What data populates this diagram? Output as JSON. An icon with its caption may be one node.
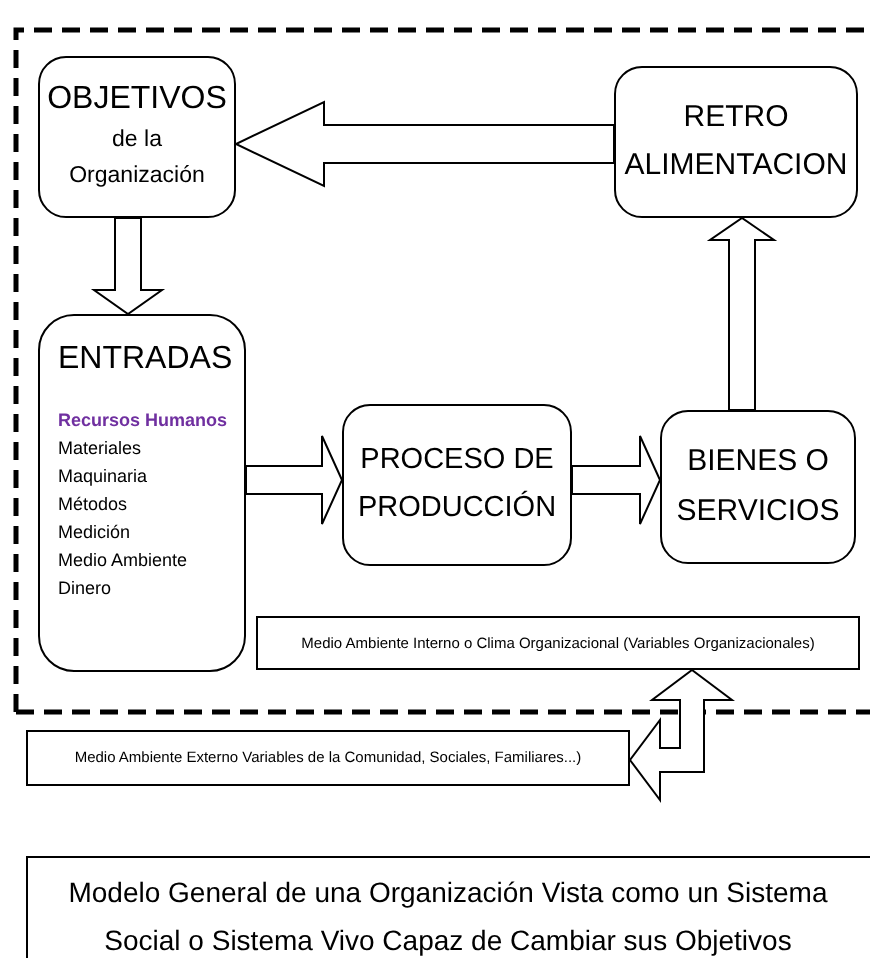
{
  "diagram": {
    "nodes": [
      {
        "text": [
          "OBJETIVOS",
          "de la Organización"
        ]
      },
      {
        "text": [
          "RETRO ALIMENTACION"
        ]
      },
      {
        "text": [
          "ENTRADAS",
          "Recursos Humanos",
          "Materiales",
          "Maquinaria",
          "Métodos",
          "Medición",
          "Medio Ambiente",
          "Dinero"
        ]
      },
      {
        "text": [
          "PROCESO DE PRODUCCIÓN"
        ]
      },
      {
        "text": [
          "BIENES O SERVICIOS"
        ]
      },
      {
        "text": [
          "Medio Ambiente Interno o Clima Organizacional (Variables Organizacionales)"
        ]
      },
      {
        "text": [
          "Medio Ambiente Externo Variables de la Comunidad, Sociales, Familiares...)"
        ]
      },
      {
        "text": [
          "Modelo General de una Organización Vista como un Sistema Social o Sistema Vivo Capaz de Cambiar sus Objetivos"
        ]
      }
    ],
    "edges": [
      {
        "from": 1,
        "to": 0,
        "arrow": "to"
      },
      {
        "from": 0,
        "to": 2,
        "arrow": "to"
      },
      {
        "from": 2,
        "to": 3,
        "arrow": "to"
      },
      {
        "from": 3,
        "to": 4,
        "arrow": "to"
      },
      {
        "from": 4,
        "to": 1,
        "arrow": "to"
      },
      {
        "from": 5,
        "to": 6,
        "arrow": "both"
      }
    ]
  }
}
